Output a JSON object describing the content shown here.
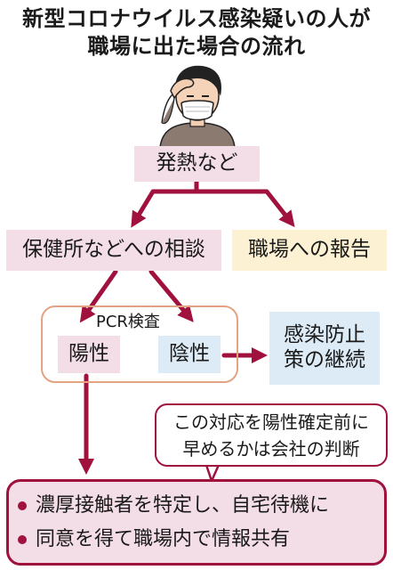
{
  "title": {
    "line1": "新型コロナウイルス感染疑いの人が",
    "line2": "職場に出た場合の流れ"
  },
  "nodes": {
    "fever": "発熱など",
    "consult": "保健所などへの相談",
    "report": "職場への報告",
    "pcr": "PCR検査",
    "positive": "陽性",
    "negative": "陰性",
    "prevention_line1": "感染防止",
    "prevention_line2": "策の継続"
  },
  "callout": {
    "line1": "この対応を陽性確定前に",
    "line2": "早めるかは会社の判断"
  },
  "final": {
    "items": [
      "濃厚接触者を特定し、自宅待機に",
      "同意を得て職場内で情報共有"
    ]
  },
  "colors": {
    "arrow": "#a0113d",
    "pink_box": "#f3dde6",
    "yellow_box": "#fcf1d2",
    "blue_box": "#dcebf6",
    "pcr_frame": "#e3a383"
  },
  "icons": {
    "person": "sick-person-with-mask-icon"
  }
}
